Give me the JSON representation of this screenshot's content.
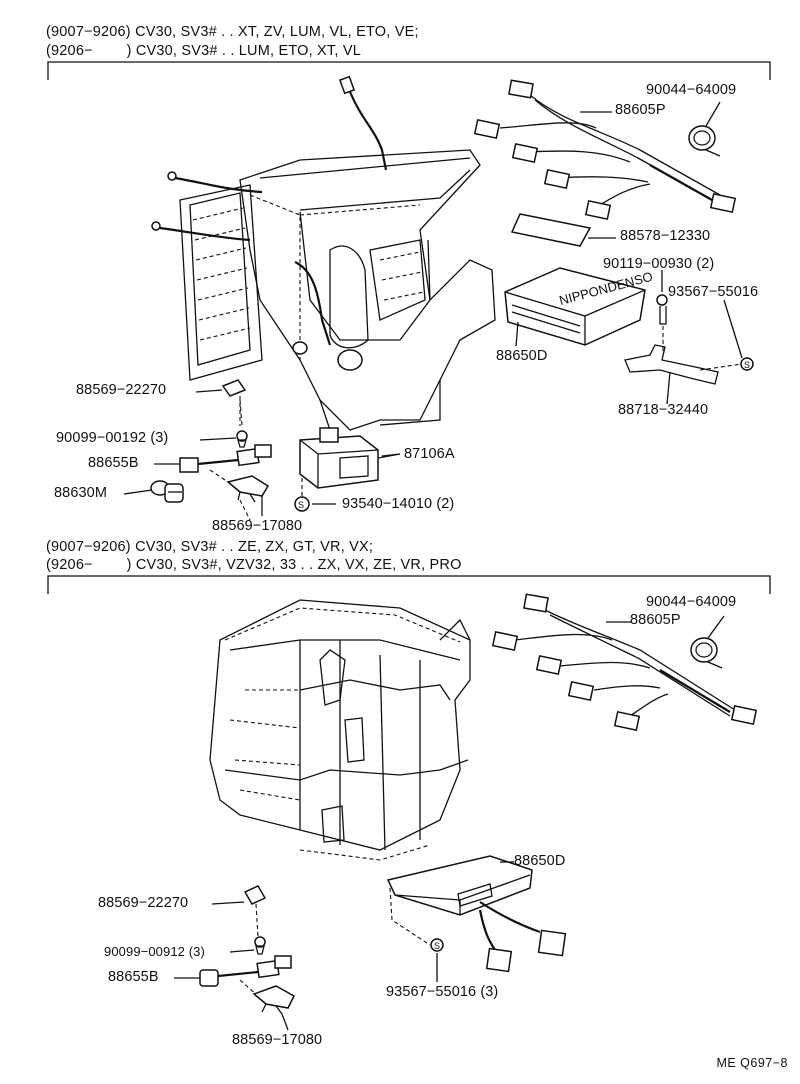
{
  "section1": {
    "header_line1": "(9007−9206) CV30, SV3# . . XT, ZV, LUM, VL, ETO, VE;",
    "header_line2": "(9206−        ) CV30, SV3# . . LUM, ETO, XT, VL",
    "labels": {
      "p90044": "90044−64009",
      "p88605P": "88605P",
      "p88578": "88578−12330",
      "p90119": "90119−00930 (2)",
      "p93567": "93567−55016",
      "p88650D": "88650D",
      "p88718": "88718−32440",
      "p88569a": "88569−22270",
      "p90099": "90099−00192 (3)",
      "p88655B": "88655B",
      "p87106A": "87106A",
      "p88630M": "88630M",
      "p93540": "93540−14010 (2)",
      "p88569b": "88569−17080"
    }
  },
  "section2": {
    "header_line1": "(9007−9206) CV30, SV3# . . ZE, ZX, GT, VR, VX;",
    "header_line2": "(9206−        ) CV30, SV3#, VZV32, 33 . . ZX, VX, ZE, VR, PRO",
    "labels": {
      "p90044": "90044−64009",
      "p88605P": "88605P",
      "p88650D": "88650D",
      "p88569a": "88569−22270",
      "p90099": "90099−00912 (3)",
      "p88655B": "88655B",
      "p93567": "93567−55016 (3)",
      "p88569b": "88569−17080"
    }
  },
  "figure_code": "ME Q697−8"
}
